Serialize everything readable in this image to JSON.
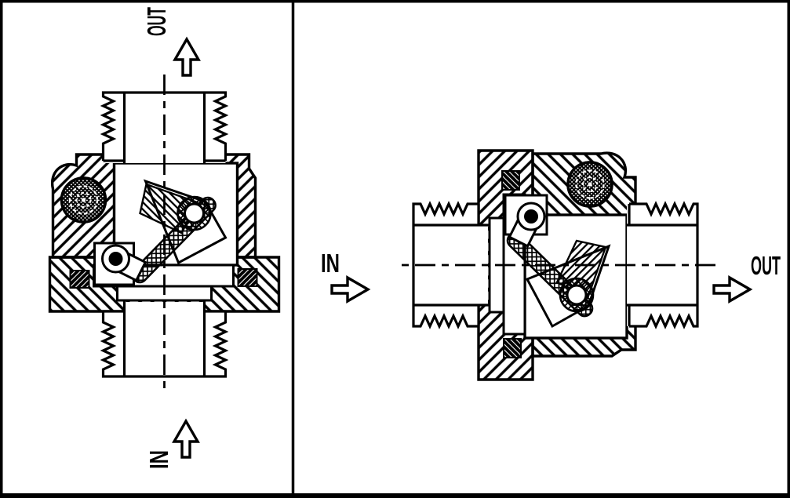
{
  "drawing": {
    "background": "#ffffff",
    "ink": "#000000",
    "subject": "swing check valve cross-sections",
    "panels": {
      "left": {
        "description": "vertical installation, flow bottom to top",
        "inlet_label": "IN",
        "outlet_label": "OUT",
        "flow_direction": "up"
      },
      "right": {
        "description": "horizontal installation, flow left to right",
        "inlet_label": "IN",
        "outlet_label": "OUT",
        "flow_direction": "right"
      }
    }
  }
}
